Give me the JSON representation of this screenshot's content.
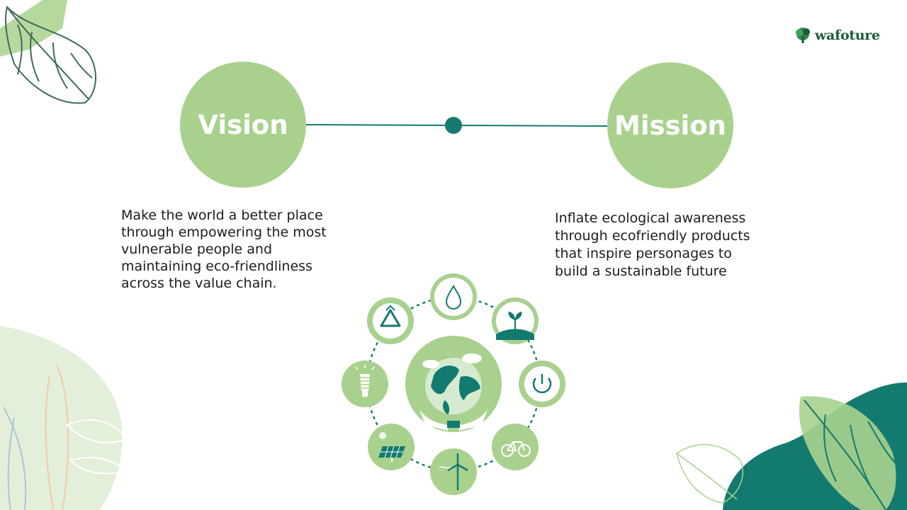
{
  "brand": {
    "logo_text": "wafoture",
    "logo_icon": "tree-icon"
  },
  "vision": {
    "title": "Vision",
    "lines": [
      "Make the world a better place",
      "through empowering the most",
      "vulnerable people and",
      "maintaining eco-friendliness",
      "across the value chain."
    ]
  },
  "mission": {
    "title": "Mission",
    "lines": [
      "Inflate ecological awareness",
      "through ecofriendly products",
      "that inspire personages to",
      "build a sustainable future"
    ]
  },
  "eco_cycle": {
    "center_icon": "globe-in-hands-icon",
    "items": [
      "water-drop-icon",
      "sprout-icon",
      "power-icon",
      "bicycle-icon",
      "wind-turbine-icon",
      "solar-panel-icon",
      "lightbulb-icon",
      "recycle-icon"
    ]
  },
  "colors": {
    "circle_green": "#a8d18e",
    "teal": "#137a6f",
    "dark_green": "#1d5b38",
    "light_wash": "#e3efd9"
  }
}
